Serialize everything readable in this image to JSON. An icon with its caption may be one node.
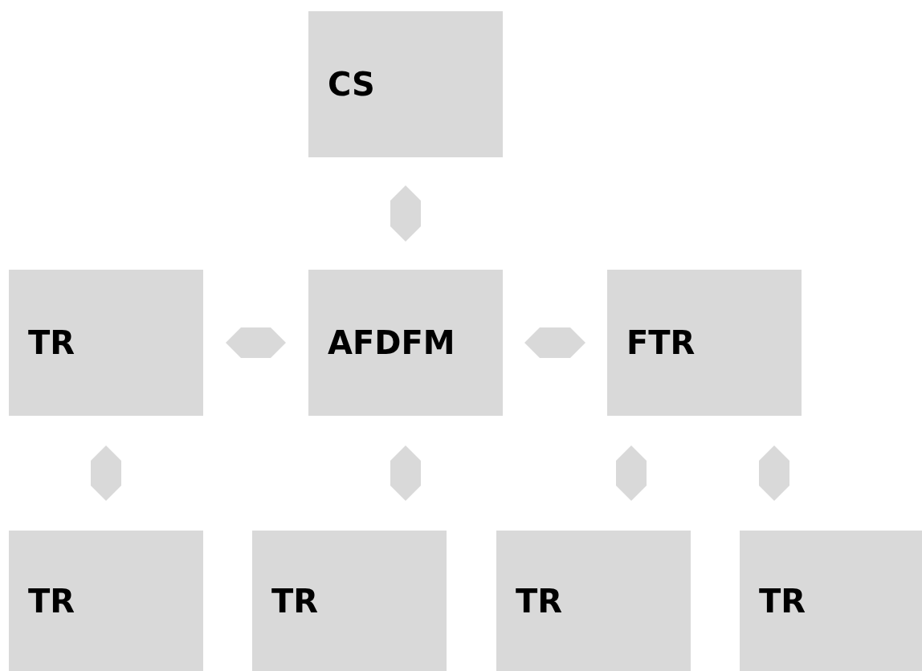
{
  "diagram": {
    "nodes": [
      {
        "text": [
          "CS"
        ]
      },
      {
        "text": [
          "TR"
        ]
      },
      {
        "text": [
          "AFDFM"
        ]
      },
      {
        "text": [
          "FTR"
        ]
      },
      {
        "text": [
          "TR"
        ]
      },
      {
        "text": [
          "TR"
        ]
      },
      {
        "text": [
          "TR"
        ]
      },
      {
        "text": [
          "TR"
        ]
      }
    ],
    "edges": [
      {
        "from": 0,
        "to": 2,
        "arrow": "both"
      },
      {
        "from": 1,
        "to": 2,
        "arrow": "both"
      },
      {
        "from": 2,
        "to": 3,
        "arrow": "both"
      },
      {
        "from": 1,
        "to": 4,
        "arrow": "both"
      },
      {
        "from": 2,
        "to": 5,
        "arrow": "both"
      },
      {
        "from": 3,
        "to": 6,
        "arrow": "both"
      },
      {
        "from": 3,
        "to": 7,
        "arrow": "both"
      }
    ]
  }
}
